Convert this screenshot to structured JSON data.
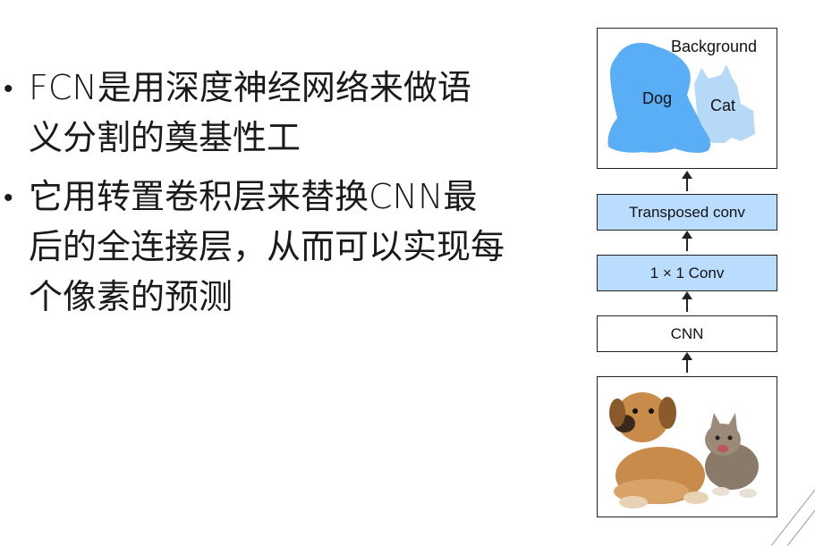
{
  "bullets": [
    "FCN是用深度神经网络来做语义分割的奠基性工",
    "它用转置卷积层来替换CNN最后的全连接层，从而可以实现每个像素的预测"
  ],
  "bullet_marker": "•",
  "diagram": {
    "output_labels": {
      "background": "Background",
      "dog": "Dog",
      "cat": "Cat"
    },
    "layers": {
      "transposed": "Transposed conv",
      "conv1x1": "1 × 1 Conv",
      "cnn": "CNN"
    },
    "colors": {
      "dog_mask": "#5aaef5",
      "cat_mask": "#b6d9f7",
      "layer_fill": "#b9dcff"
    }
  }
}
